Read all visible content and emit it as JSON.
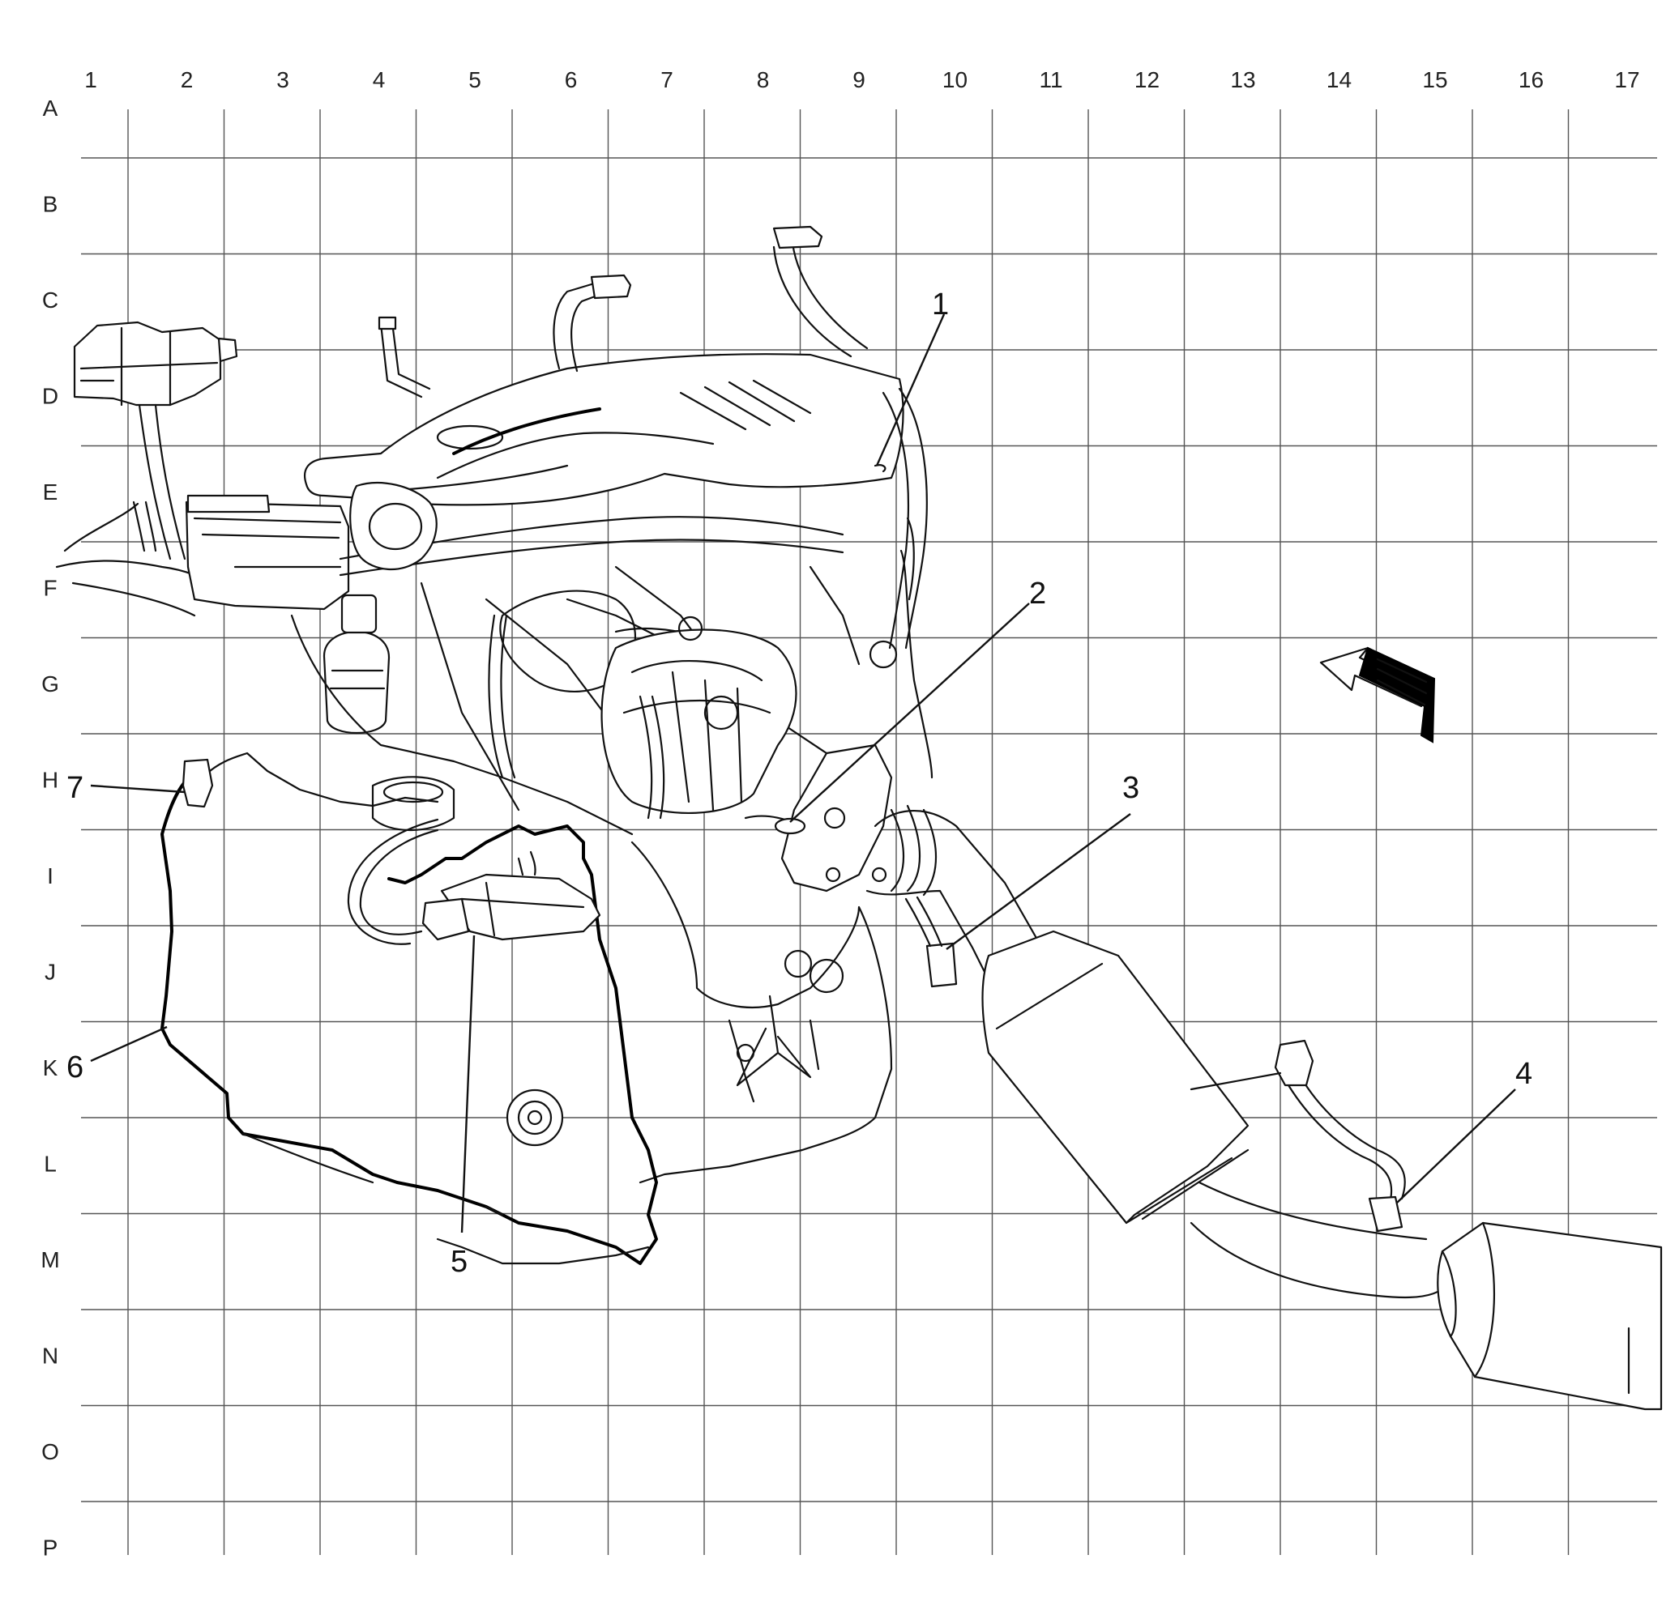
{
  "grid": {
    "columns": [
      "1",
      "2",
      "3",
      "4",
      "5",
      "6",
      "7",
      "8",
      "9",
      "10",
      "11",
      "12",
      "13",
      "14",
      "15",
      "16",
      "17"
    ],
    "rows": [
      "A",
      "B",
      "C",
      "D",
      "E",
      "F",
      "G",
      "H",
      "I",
      "J",
      "K",
      "L",
      "M",
      "N",
      "O",
      "P"
    ]
  },
  "callouts": [
    "1",
    "2",
    "3",
    "4",
    "5",
    "6",
    "7"
  ],
  "colors": {
    "line": "#111111",
    "grid": "#555555",
    "background": "#ffffff"
  },
  "icons": {
    "direction_arrow": "forward-direction-arrow-icon"
  }
}
